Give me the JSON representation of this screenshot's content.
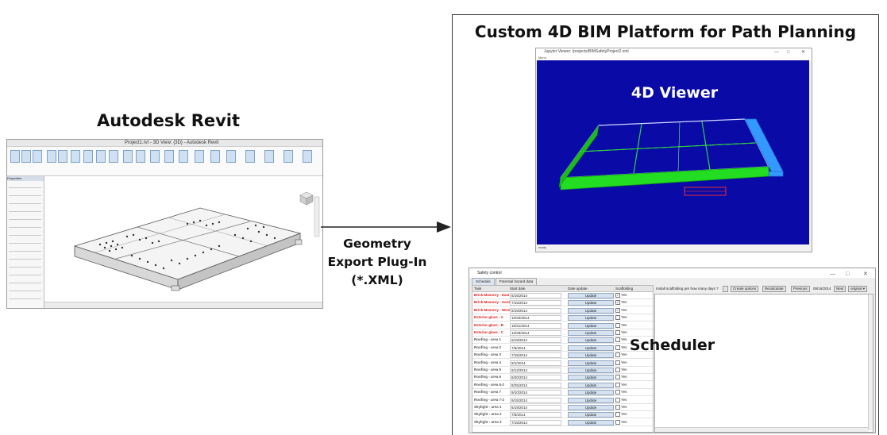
{
  "revit": {
    "title": "Autodesk Revit",
    "window_title": "Project1.rvt - 3D View: {3D} - Autodesk Revit",
    "properties_header": "Properties"
  },
  "connector": {
    "line1": "Geometry",
    "line2": "Export Plug-In",
    "line3": "(*.XML)"
  },
  "platform": {
    "title": "Custom 4D BIM Platform for Path Planning",
    "viewer": {
      "window_title": "Jupyter Viewer: /projects/BIMSafetyProject2.xml",
      "menu": "Menu",
      "label": "4D Viewer",
      "status": "ready",
      "colors": {
        "background": "#0a0aa6",
        "slab": "#22dd22",
        "ghost": "#cfd8ff",
        "beam": "#3399ff"
      }
    },
    "scheduler": {
      "window_title": "Safety control",
      "tabs": [
        "Schedule",
        "Potential hazard data"
      ],
      "columns": [
        "Task",
        "Start date",
        "Date update",
        "Scaffolding"
      ],
      "update_label": "Update",
      "yes_label": "Yes",
      "label": "Scheduler",
      "toolbar": {
        "prompt": "Install scaffolding per how many days ?",
        "create": "Create options",
        "recalc": "Recalculate",
        "previous": "Previous",
        "date": "05/16/2014",
        "next": "Next",
        "mode": "original"
      },
      "rows": [
        {
          "task": "Brick Masonry - East",
          "date": "6/16/2014",
          "red": true,
          "checked": true
        },
        {
          "task": "Brick Masonry - South",
          "date": "7/15/2014",
          "red": true,
          "checked": true
        },
        {
          "task": "Brick Masonry - West",
          "date": "8/19/2014",
          "red": true,
          "checked": true
        },
        {
          "task": "Exterior glass - A",
          "date": "10/20/2014",
          "red": true,
          "checked": false
        },
        {
          "task": "Exterior glass - B",
          "date": "10/21/2014",
          "red": true,
          "checked": false
        },
        {
          "task": "Exterior glass - C",
          "date": "10/28/2014",
          "red": true,
          "checked": false
        },
        {
          "task": "Roofing - area 1",
          "date": "6/19/2014",
          "red": false,
          "checked": false
        },
        {
          "task": "Roofing - area 2",
          "date": "7/5/2014",
          "red": false,
          "checked": false
        },
        {
          "task": "Roofing - area 3",
          "date": "7/15/2014",
          "red": false,
          "checked": false
        },
        {
          "task": "Roofing - area 4",
          "date": "8/1/2014",
          "red": false,
          "checked": false
        },
        {
          "task": "Roofing - area 5",
          "date": "8/12/2014",
          "red": false,
          "checked": false
        },
        {
          "task": "Roofing - area 6",
          "date": "8/20/2014",
          "red": false,
          "checked": false
        },
        {
          "task": "Roofing - area 6-2",
          "date": "8/25/2014",
          "red": false,
          "checked": false
        },
        {
          "task": "Roofing - area 7",
          "date": "9/10/2014",
          "red": false,
          "checked": false
        },
        {
          "task": "Roofing - area 7-2",
          "date": "9/15/2014",
          "red": false,
          "checked": false
        },
        {
          "task": "Skylight - area 1",
          "date": "6/19/2014",
          "red": false,
          "checked": false
        },
        {
          "task": "Skylight - area 2",
          "date": "7/5/2014",
          "red": false,
          "checked": false
        },
        {
          "task": "Skylight - area 3",
          "date": "7/15/2014",
          "red": false,
          "checked": false
        }
      ]
    }
  },
  "icons": {
    "arrow": "arrow-right-icon"
  }
}
